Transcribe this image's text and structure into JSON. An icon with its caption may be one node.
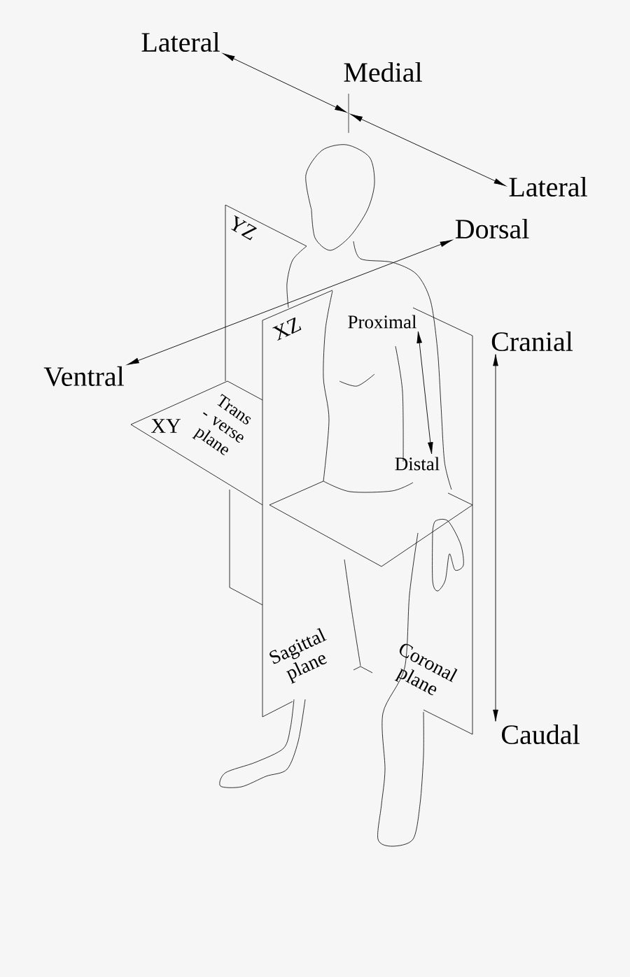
{
  "diagram": {
    "nodes": [
      {
        "text": [
          "Lateral"
        ]
      },
      {
        "text": [
          "Lateral"
        ]
      },
      {
        "text": [],
        "shape": "bar"
      },
      {
        "text": [
          "Dorsal"
        ]
      },
      {
        "text": [
          "Ventral"
        ]
      },
      {
        "text": [
          "Cranial"
        ]
      },
      {
        "text": [
          "Caudal"
        ]
      },
      {
        "text": [
          "Proximal"
        ]
      },
      {
        "text": [
          "Distal"
        ]
      }
    ],
    "edges": [
      {
        "from": 0,
        "to": 2,
        "arrow": "both"
      },
      {
        "from": 2,
        "to": 1,
        "arrow": "both"
      },
      {
        "from": 4,
        "to": 3,
        "arrow": "both"
      },
      {
        "from": 5,
        "to": 6,
        "arrow": "both"
      },
      {
        "from": 7,
        "to": 8,
        "arrow": "both"
      }
    ],
    "labels": [
      "Medial",
      "YZ",
      "XZ",
      "Trans - verse plane",
      "XY",
      "Sagittal plane",
      "Coronal plane"
    ]
  }
}
